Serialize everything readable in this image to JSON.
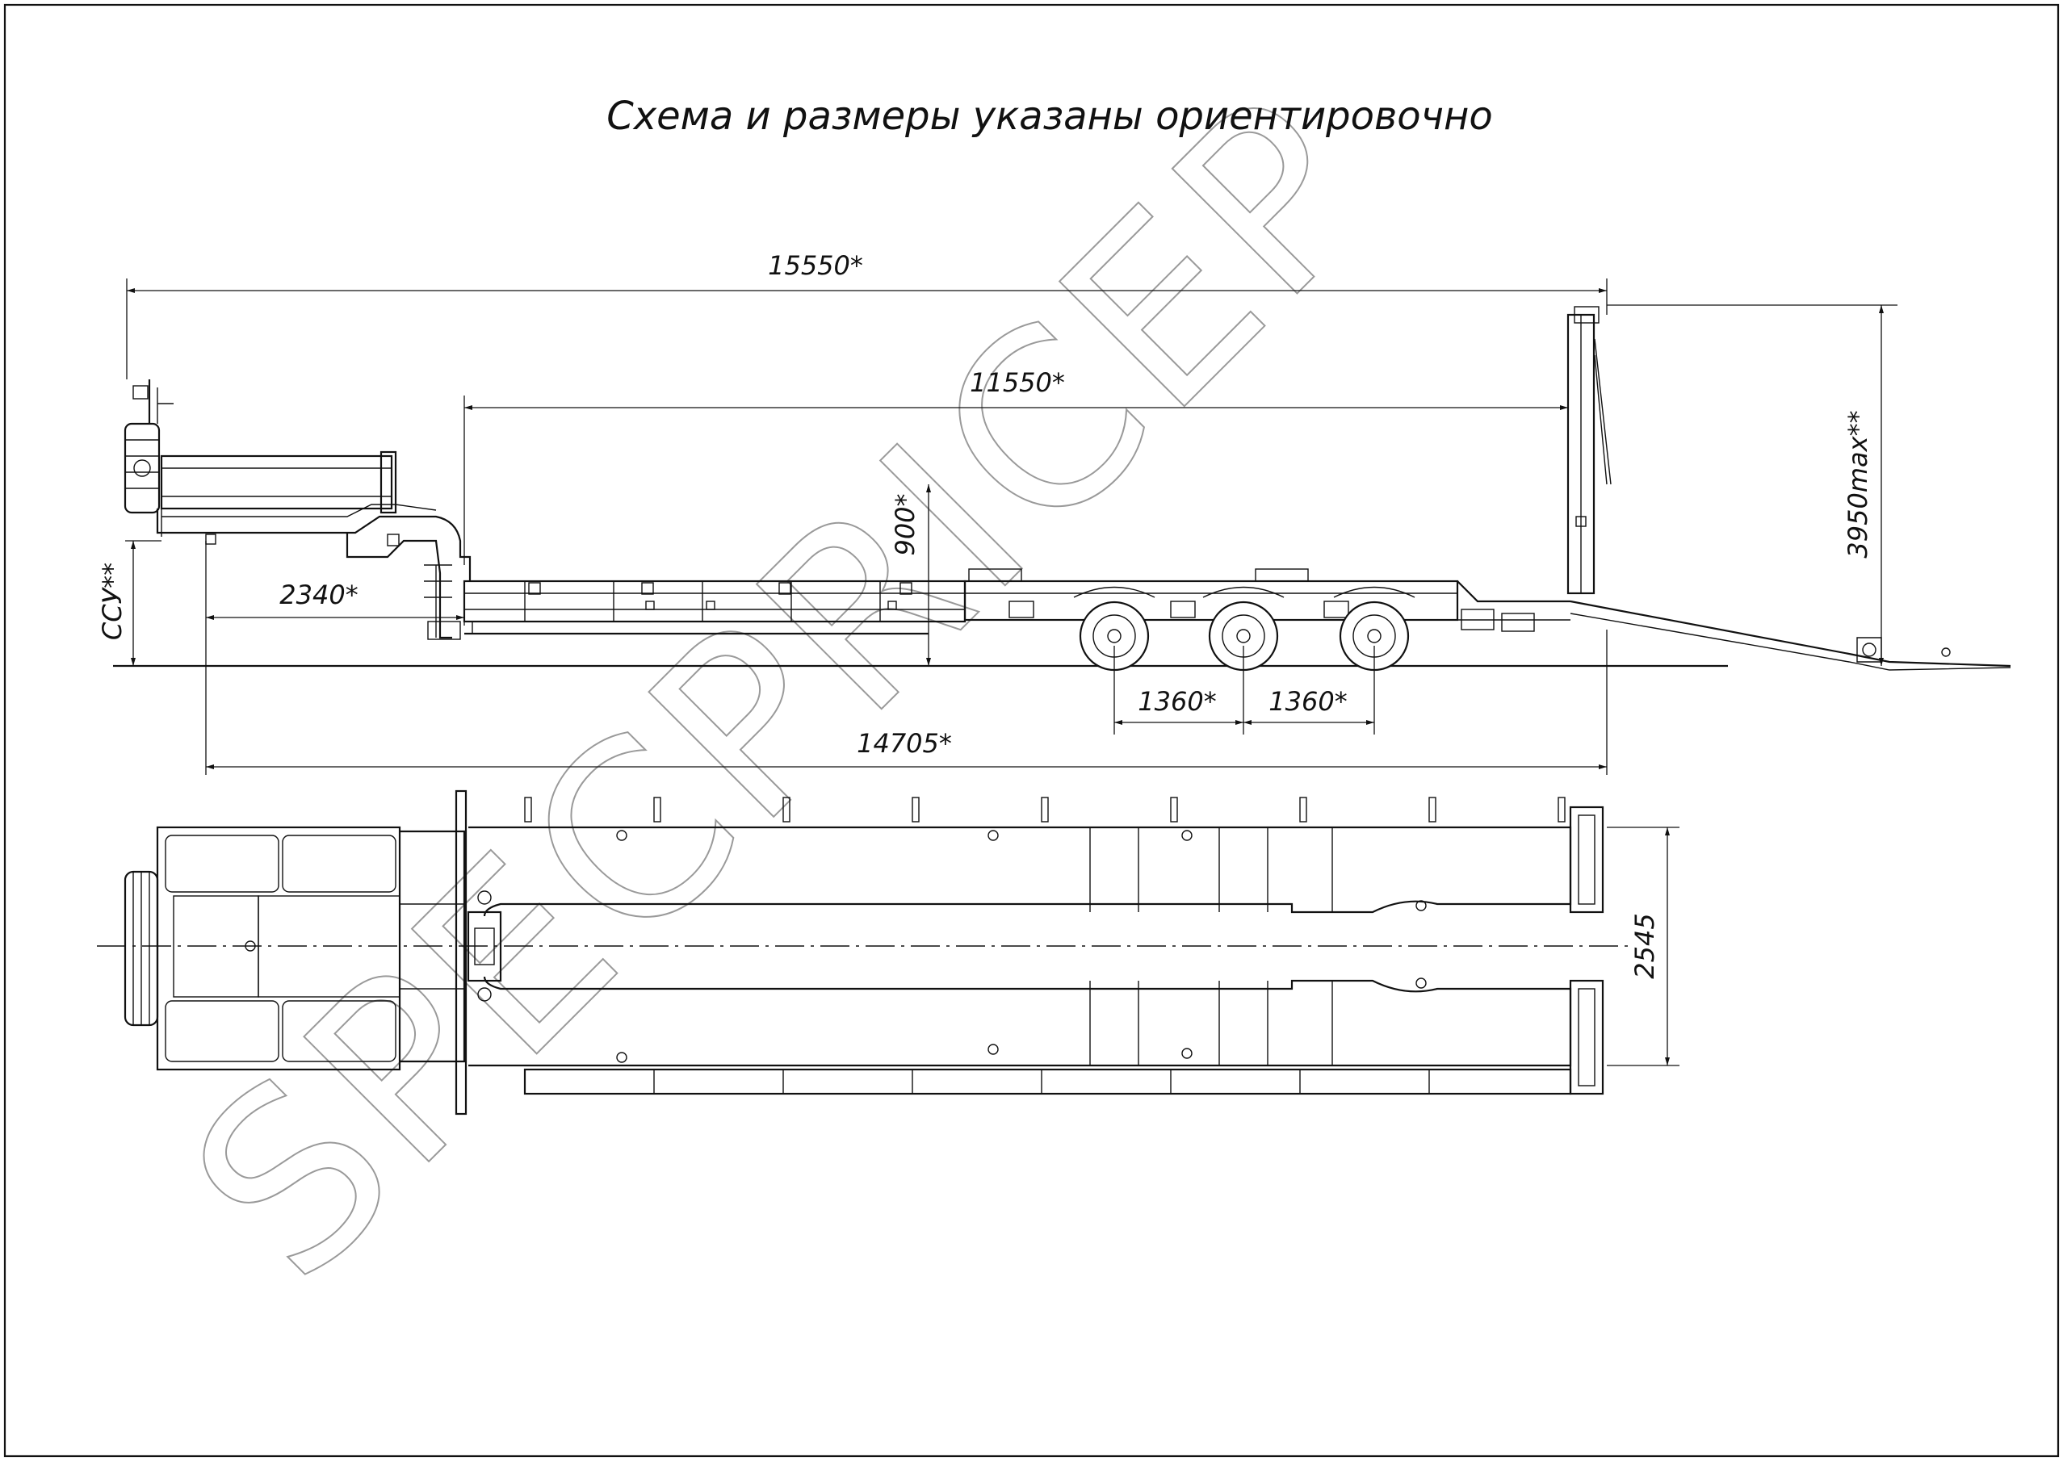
{
  "title": "Схема и размеры указаны ориентировочно",
  "watermark": "SPECPRICEP",
  "dimensions": {
    "overall_length": "15550*",
    "platform_length": "11550*",
    "kingpin_offset": "2340*",
    "deck_height": "900*",
    "coupling_height": "ССУ**",
    "max_height": "3950max**",
    "axle_spacing_1": "1360*",
    "axle_spacing_2": "1360*",
    "kingpin_to_rear": "14705*",
    "overall_width": "2545"
  }
}
